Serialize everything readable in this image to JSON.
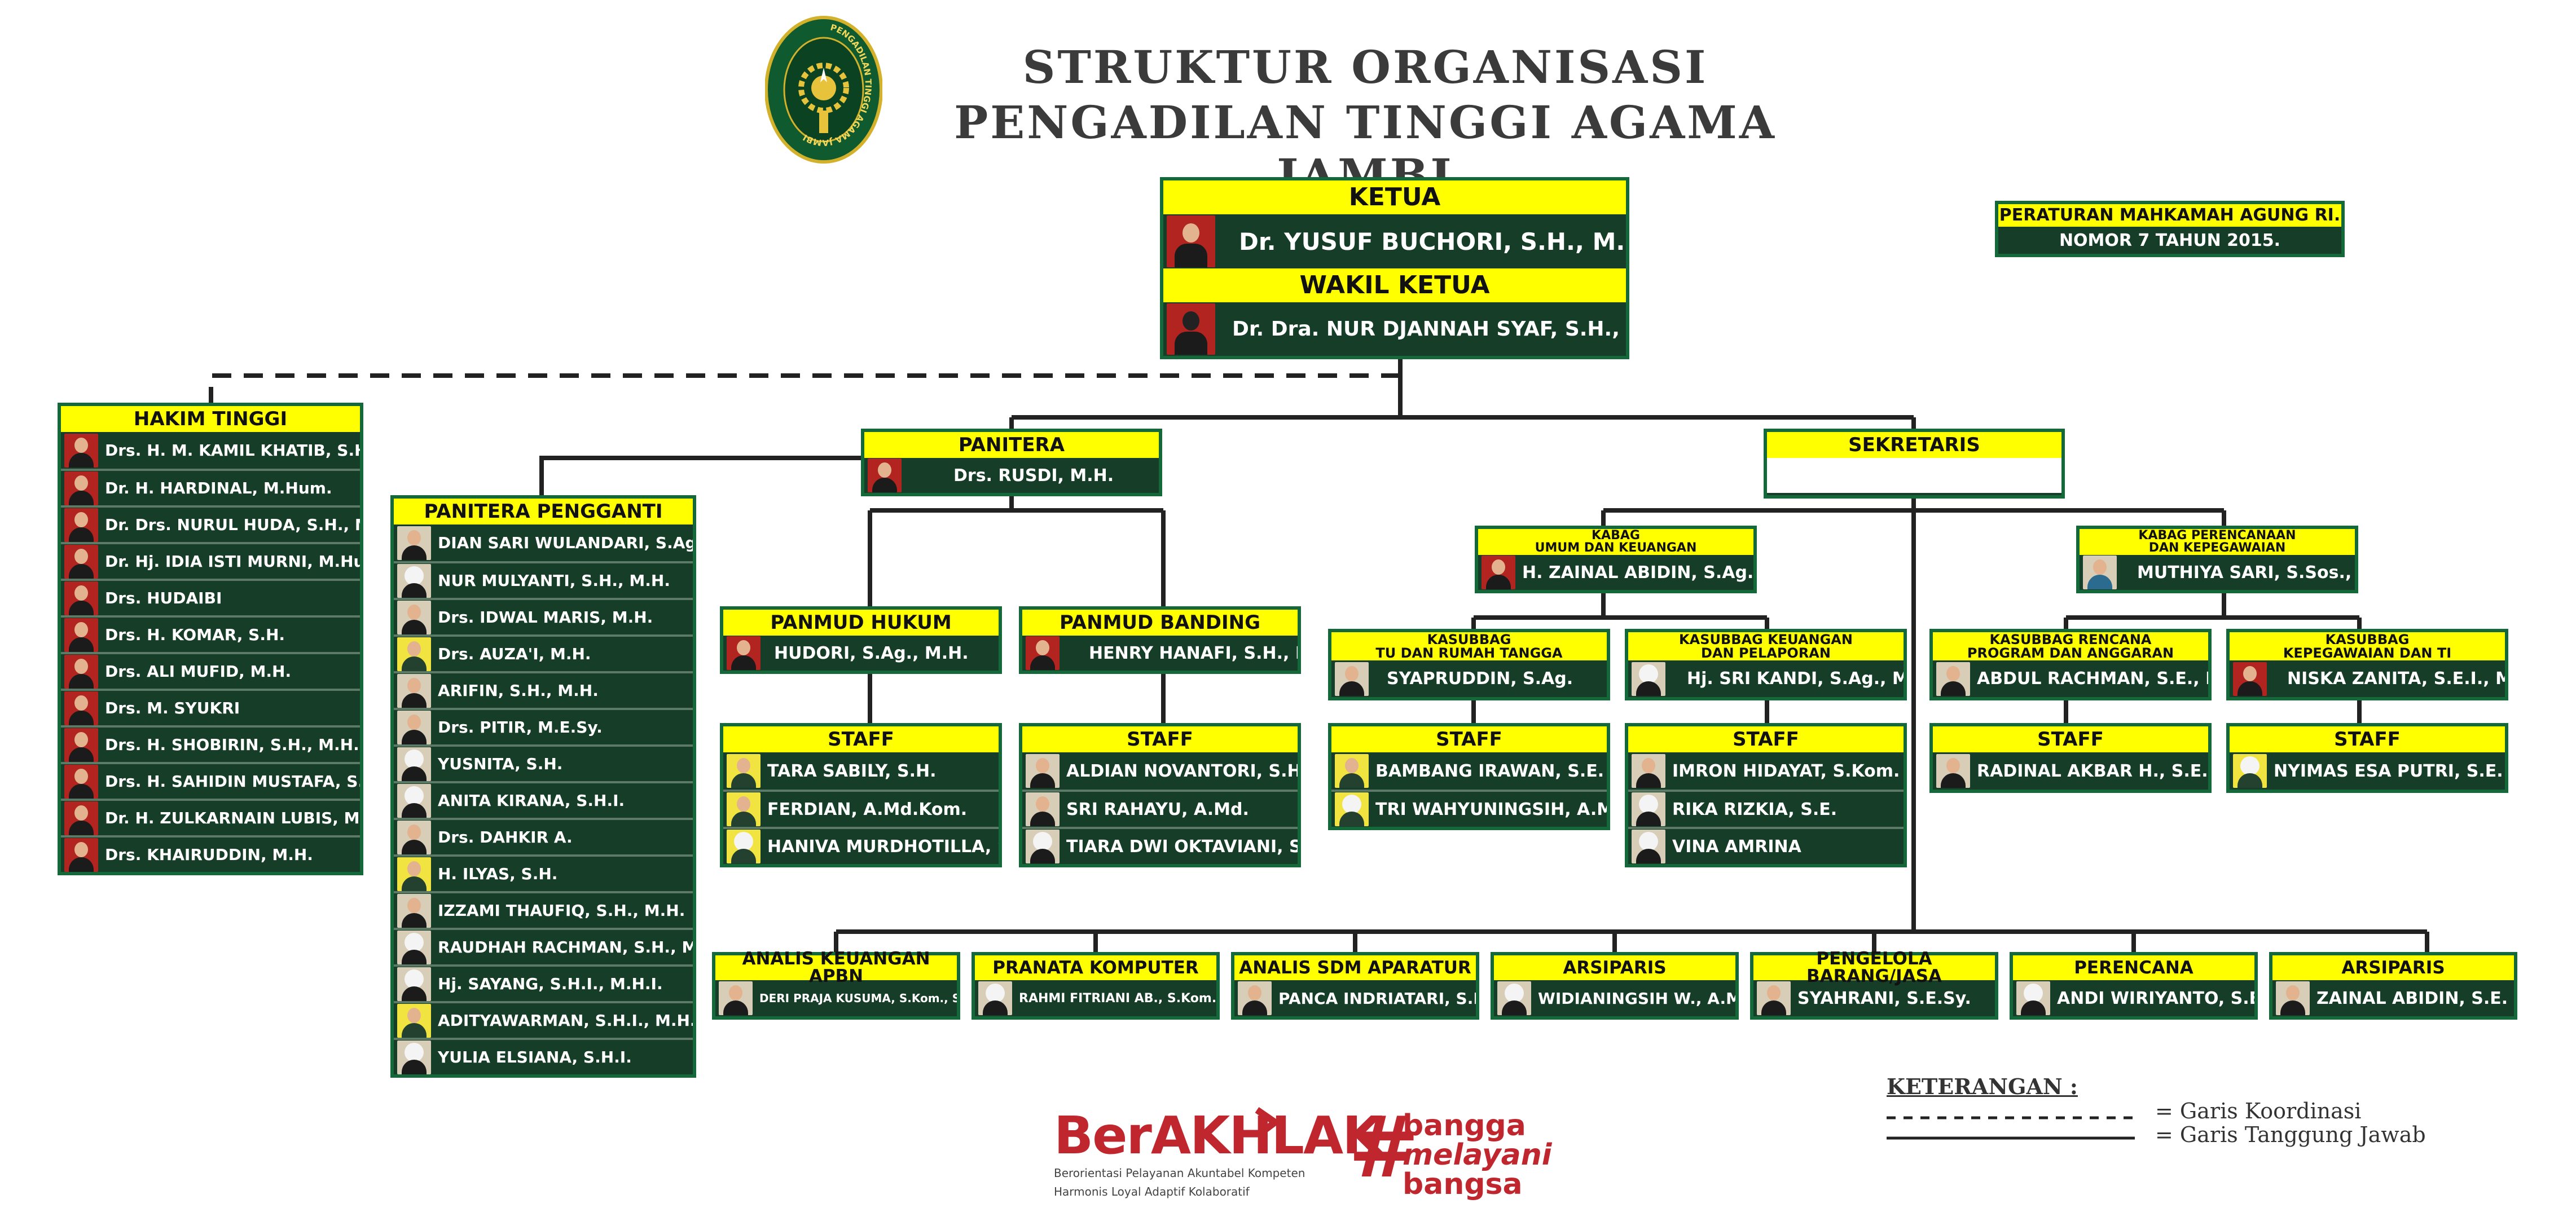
{
  "header": {
    "title_line1": "STRUKTUR ORGANISASI",
    "title_line2": "PENGADILAN TINGGI AGAMA JAMBI",
    "emblem_icon": "court-emblem-icon",
    "emblem_ring_text": "PENGADILAN TINGGI AGAMA JAMBI"
  },
  "colors": {
    "box_fill": "#163d28",
    "box_border": "#14683a",
    "header_fill": "#ffff00",
    "line": "#222222",
    "brand_red": "#c0262d"
  },
  "regulation": {
    "line1": "PERATURAN MAHKAMAH AGUNG RI.",
    "line2": "NOMOR 7 TAHUN 2015."
  },
  "ketua": {
    "label": "KETUA",
    "name": "Dr. YUSUF BUCHORI, S.H., M.S.I."
  },
  "wakil": {
    "label": "WAKIL KETUA",
    "name": "Dr. Dra. NUR DJANNAH SYAF, S.H., M.H."
  },
  "hakim": {
    "label": "HAKIM TINGGI",
    "members": [
      "Drs. H. M. KAMIL KHATIB, S.H., M.H.",
      "Dr. H. HARDINAL, M.Hum.",
      "Dr. Drs. NURUL HUDA, S.H., M.H.",
      "Dr. Hj. IDIA ISTI MURNI, M.Hum",
      "Drs. HUDAIBI",
      "Drs. H. KOMAR, S.H.",
      "Drs. ALI MUFID, M.H.",
      "Drs. M. SYUKRI",
      "Drs. H. SHOBIRIN, S.H., M.H.",
      "Drs. H. SAHIDIN MUSTAFA, S.H., M.H.",
      "Dr. H. ZULKARNAIN LUBIS, M.H.",
      "Drs. KHAIRUDDIN, M.H."
    ]
  },
  "panitera_pengganti": {
    "label": "PANITERA PENGGANTI",
    "members": [
      "DIAN SARI WULANDARI, S.Ag., M.H.",
      "NUR MULYANTI, S.H., M.H.",
      "Drs. IDWAL MARIS, M.H.",
      "Drs. AUZA'I, M.H.",
      "ARIFIN, S.H., M.H.",
      "Drs. PITIR, M.E.Sy.",
      "YUSNITA, S.H.",
      "ANITA KIRANA, S.H.I.",
      "Drs. DAHKIR A.",
      "H. ILYAS, S.H.",
      "IZZAMI THAUFIQ, S.H., M.H.",
      "RAUDHAH RACHMAN, S.H., M.Hum.",
      "Hj. SAYANG, S.H.I., M.H.I.",
      "ADITYAWARMAN, S.H.I., M.H.",
      "YULIA ELSIANA, S.H.I."
    ]
  },
  "panitera": {
    "label": "PANITERA",
    "name": "Drs. RUSDI, M.H."
  },
  "sekretaris": {
    "label": "SEKRETARIS"
  },
  "panmud_hukum": {
    "label": "PANMUD HUKUM",
    "name": "HUDORI, S.Ag., M.H."
  },
  "panmud_banding": {
    "label": "PANMUD BANDING",
    "name": "HENRY HANAFI, S.H., M.H."
  },
  "staff_hukum": {
    "label": "STAFF",
    "members": [
      "TARA SABILY, S.H.",
      "FERDIAN, A.Md.Kom.",
      "HANIVA MURDHOTILLA, S.H."
    ]
  },
  "staff_banding": {
    "label": "STAFF",
    "members": [
      "ALDIAN NOVANTORI, S.H.",
      "SRI RAHAYU, A.Md.",
      "TIARA DWI OKTAVIANI, S.H."
    ]
  },
  "kabag_umum": {
    "label1": "KABAG",
    "label2": "UMUM DAN KEUANGAN",
    "name": "H. ZAINAL ABIDIN, S.Ag., M.H."
  },
  "kabag_perencanaan": {
    "label1": "KABAG PERENCANAAN",
    "label2": "DAN KEPEGAWAIAN",
    "name": "MUTHIYA SARI, S.Sos., M.H."
  },
  "kasubbag_tu": {
    "label1": "KASUBBAG",
    "label2": "TU DAN RUMAH TANGGA",
    "name": "SYAPRUDDIN, S.Ag."
  },
  "kasubbag_keuangan": {
    "label1": "KASUBBAG KEUANGAN",
    "label2": "DAN PELAPORAN",
    "name": "Hj. SRI KANDI, S.Ag., M.H."
  },
  "kasubbag_rencana": {
    "label1": "KASUBBAG RENCANA",
    "label2": "PROGRAM DAN ANGGARAN",
    "name": "ABDUL RACHMAN, S.E., M.Kom."
  },
  "kasubbag_kepegawaian": {
    "label1": "KASUBBAG",
    "label2": "KEPEGAWAIAN DAN TI",
    "name": "NISKA ZANITA, S.E.I., M.E."
  },
  "staff_tu": {
    "label": "STAFF",
    "members": [
      "BAMBANG IRAWAN, S.E.",
      "TRI WAHYUNINGSIH, A.Md."
    ]
  },
  "staff_keuangan": {
    "label": "STAFF",
    "members": [
      "IMRON HIDAYAT, S.Kom.",
      "RIKA RIZKIA, S.E.",
      "VINA AMRINA"
    ]
  },
  "staff_rencana": {
    "label": "STAFF",
    "members": [
      "RADINAL AKBAR H., S.E."
    ]
  },
  "staff_kepegawaian": {
    "label": "STAFF",
    "members": [
      "NYIMAS ESA PUTRI, S.E."
    ]
  },
  "functional": [
    {
      "label": "ANALIS KEUANGAN APBN",
      "name": "DERI PRAJA KUSUMA, S.Kom., S.H., M.Si."
    },
    {
      "label": "PRANATA KOMPUTER",
      "name": "RAHMI FITRIANI AB., S.Kom., M.H."
    },
    {
      "label": "ANALIS SDM APARATUR",
      "name": "PANCA INDRIATARI, S.H."
    },
    {
      "label": "ARSIPARIS",
      "name": "WIDIANINGSIH W., A.Md."
    },
    {
      "label": "PENGELOLA BARANG/JASA",
      "name": "SYAHRANI, S.E.Sy."
    },
    {
      "label": "PERENCANA",
      "name": "ANDI WIRIYANTO, S.E."
    },
    {
      "label": "ARSIPARIS",
      "name": "ZAINAL ABIDIN, S.E."
    }
  ],
  "legend": {
    "title": "KETERANGAN :",
    "coordination": "= Garis Koordinasi",
    "responsibility": "= Garis Tanggung Jawab"
  },
  "berakhlak": {
    "main": "BerAKHLAK",
    "sub1": "Berorientasi Pelayanan Akuntabel Kompeten",
    "sub2": "Harmonis Loyal Adaptif Kolaboratif"
  },
  "bangga": {
    "hash": "#",
    "line1": "bangga",
    "line2": "melayani",
    "line3": "bangsa"
  }
}
